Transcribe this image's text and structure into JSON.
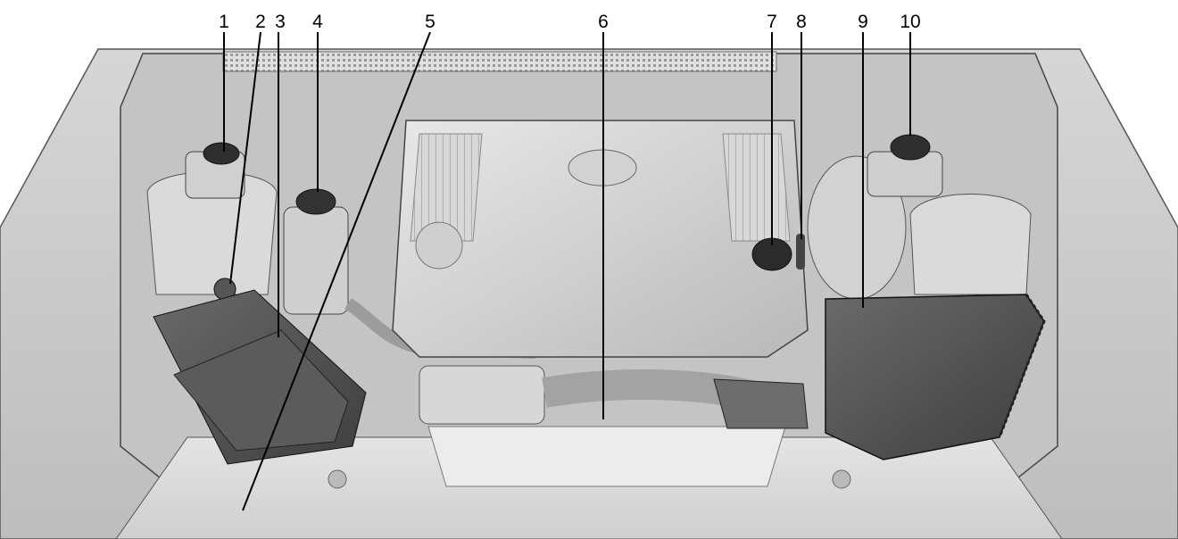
{
  "diagram": {
    "callouts": [
      {
        "label": "1"
      },
      {
        "label": "2"
      },
      {
        "label": "3"
      },
      {
        "label": "4"
      },
      {
        "label": "5"
      },
      {
        "label": "6"
      },
      {
        "label": "7"
      },
      {
        "label": "8"
      },
      {
        "label": "9"
      },
      {
        "label": "10"
      }
    ]
  }
}
